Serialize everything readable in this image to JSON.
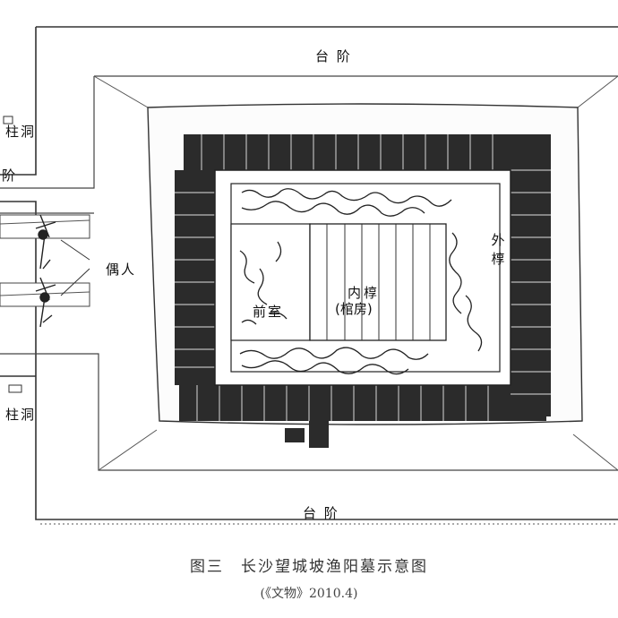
{
  "figure": {
    "labels": {
      "step_top": "台 阶",
      "step_bottom": "台 阶",
      "pillar_hole_top": "柱洞",
      "pillar_hole_bottom": "柱洞",
      "step_left_partial": "阶",
      "figurines": "偶人",
      "front_room": "前室",
      "inner_coffin_line1": "内",
      "inner_coffin_line2": "椁",
      "inner_coffin_line3": "(棺房)",
      "outer_coffin": [
        "外",
        "椁"
      ]
    }
  },
  "caption": "图三　长沙望城坡渔阳墓示意图",
  "source": "(《文物》2010.4)",
  "colors": {
    "ink": "#1a1a1a",
    "paper": "#ffffff",
    "timber": "#2b2b2b",
    "floor": "#f7f7f7"
  }
}
